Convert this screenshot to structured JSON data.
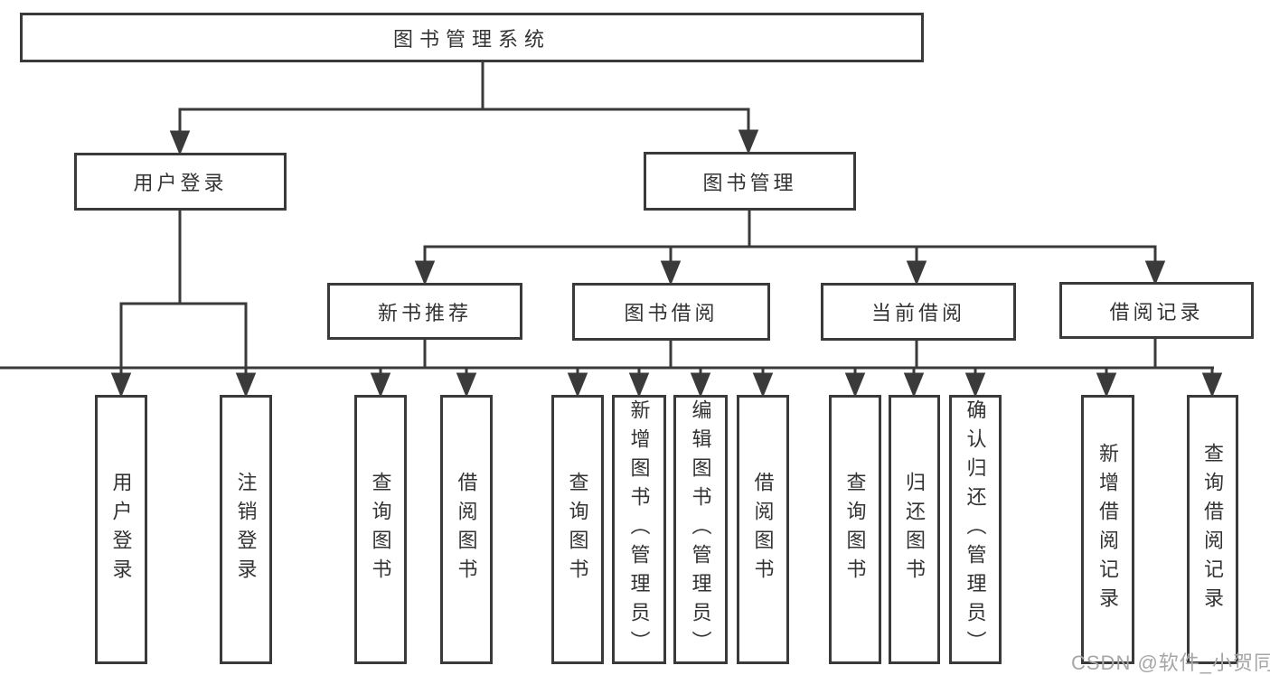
{
  "diagram": {
    "root": {
      "label": "图书管理系统"
    },
    "level2": [
      {
        "label": "用户登录"
      },
      {
        "label": "图书管理"
      }
    ],
    "level3": [
      {
        "label": "新书推荐"
      },
      {
        "label": "图书借阅"
      },
      {
        "label": "当前借阅"
      },
      {
        "label": "借阅记录"
      }
    ],
    "groups": [
      {
        "leaves": [
          {
            "label": "用户登录"
          },
          {
            "label": "注销登录"
          }
        ]
      },
      {
        "leaves": [
          {
            "label": "查询图书"
          },
          {
            "label": "借阅图书"
          }
        ]
      },
      {
        "leaves": [
          {
            "label": "查询图书"
          },
          {
            "label": "新增图书（管理员）"
          },
          {
            "label": "编辑图书（管理员）"
          },
          {
            "label": "借阅图书"
          }
        ]
      },
      {
        "leaves": [
          {
            "label": "查询图书"
          },
          {
            "label": "归还图书"
          },
          {
            "label": "确认归还（管理员）"
          }
        ]
      },
      {
        "leaves": [
          {
            "label": "新增借阅记录"
          },
          {
            "label": "查询借阅记录"
          }
        ]
      }
    ],
    "watermark": "CSDN @软件_小贺同学",
    "colors": {
      "line": "#3a3a3a",
      "text": "#333333",
      "watermark": "#a6a6a6",
      "background": "#ffffff"
    }
  }
}
